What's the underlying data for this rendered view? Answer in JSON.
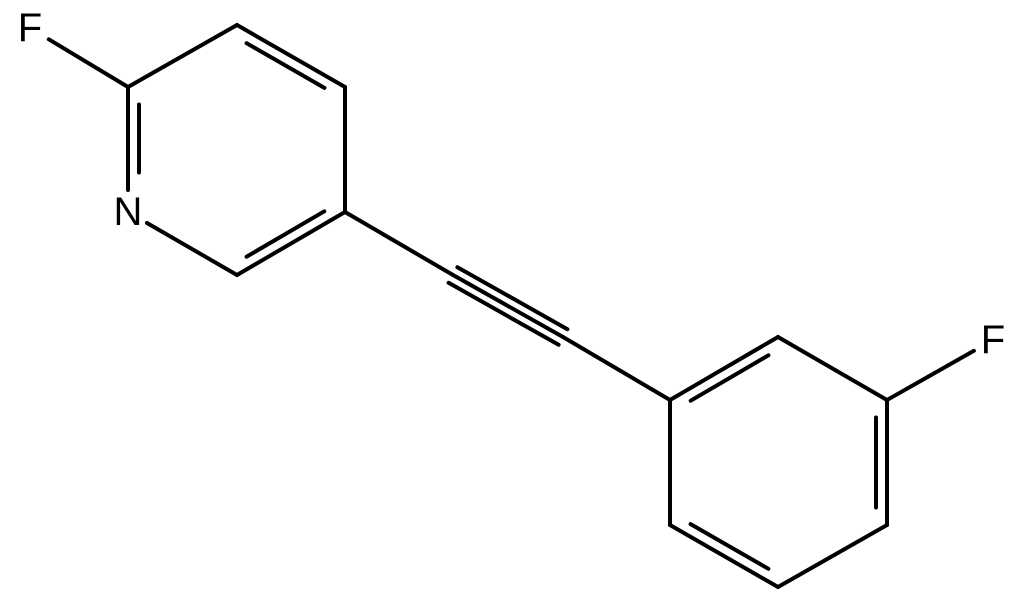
{
  "molecule": {
    "atoms": [
      {
        "id": "a1",
        "element": "F",
        "label": "F",
        "show_label": true
      },
      {
        "id": "a2",
        "element": "C",
        "label": "",
        "show_label": false
      },
      {
        "id": "a3",
        "element": "N",
        "label": "N",
        "show_label": true
      },
      {
        "id": "a4",
        "element": "C",
        "label": "",
        "show_label": false
      },
      {
        "id": "a5",
        "element": "C",
        "label": "",
        "show_label": false
      },
      {
        "id": "a6",
        "element": "C",
        "label": "",
        "show_label": false
      },
      {
        "id": "a7",
        "element": "C",
        "label": "",
        "show_label": false
      },
      {
        "id": "a8",
        "element": "C",
        "label": "",
        "show_label": false
      },
      {
        "id": "a9",
        "element": "C",
        "label": "",
        "show_label": false
      },
      {
        "id": "a10",
        "element": "C",
        "label": "",
        "show_label": false
      },
      {
        "id": "a11",
        "element": "C",
        "label": "",
        "show_label": false
      },
      {
        "id": "a12",
        "element": "C",
        "label": "",
        "show_label": false
      },
      {
        "id": "a13",
        "element": "F",
        "label": "F",
        "show_label": true
      },
      {
        "id": "a14",
        "element": "C",
        "label": "",
        "show_label": false
      },
      {
        "id": "a15",
        "element": "C",
        "label": "",
        "show_label": false
      },
      {
        "id": "a16",
        "element": "C",
        "label": "",
        "show_label": false
      }
    ],
    "bonds": [
      {
        "id": "b1",
        "from": "a1",
        "to": "a2",
        "order": 1
      },
      {
        "id": "b2",
        "from": "a2",
        "to": "a3",
        "order": 2
      },
      {
        "id": "b3",
        "from": "a3",
        "to": "a4",
        "order": 1
      },
      {
        "id": "b4",
        "from": "a4",
        "to": "a5",
        "order": 2
      },
      {
        "id": "b5",
        "from": "a5",
        "to": "a6",
        "order": 1
      },
      {
        "id": "b6",
        "from": "a6",
        "to": "a7",
        "order": 2
      },
      {
        "id": "b7",
        "from": "a7",
        "to": "a2",
        "order": 1
      },
      {
        "id": "b8",
        "from": "a5",
        "to": "a8",
        "order": 1
      },
      {
        "id": "b9",
        "from": "a8",
        "to": "a9",
        "order": 3
      },
      {
        "id": "b10",
        "from": "a9",
        "to": "a10",
        "order": 1
      },
      {
        "id": "b11",
        "from": "a10",
        "to": "a11",
        "order": 2
      },
      {
        "id": "b12",
        "from": "a11",
        "to": "a12",
        "order": 1
      },
      {
        "id": "b13",
        "from": "a12",
        "to": "a13",
        "order": 1
      },
      {
        "id": "b14",
        "from": "a12",
        "to": "a14",
        "order": 2
      },
      {
        "id": "b15",
        "from": "a14",
        "to": "a15",
        "order": 1
      },
      {
        "id": "b16",
        "from": "a15",
        "to": "a16",
        "order": 2
      },
      {
        "id": "b17",
        "from": "a16",
        "to": "a10",
        "order": 1
      }
    ]
  }
}
